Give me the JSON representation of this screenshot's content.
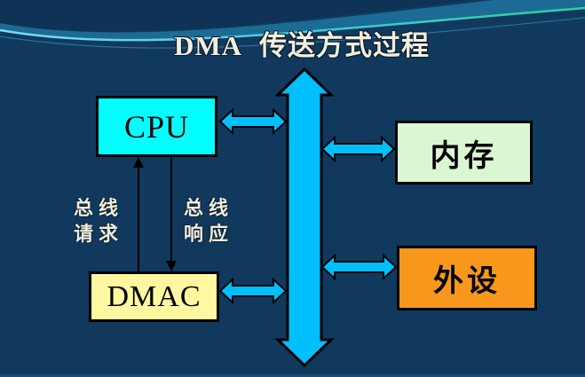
{
  "title": "DMA 传送方式过程",
  "colors": {
    "background": "#11395E",
    "wave_hill": "#0E3357",
    "wave_band": "#1B6B94",
    "wave_line_left": "#7FD9F8",
    "wave_line_right": "#2FD0A0",
    "wave_line_faint": "#2E7FA8",
    "bottom_strip": "#1A4C78",
    "bus": "#00BFFF",
    "outline": "#000000",
    "title_text": "#F2EFDE",
    "edge_label_text": "#EFEDDC"
  },
  "nodes": {
    "cpu": {
      "label": "CPU",
      "fill": "#00FFFF"
    },
    "dmac": {
      "label": "DMAC",
      "fill": "#FFF8A0"
    },
    "memory": {
      "label": "内存",
      "fill": "#D9F7D2"
    },
    "peripheral": {
      "label": "外设",
      "fill": "#F7981D"
    }
  },
  "edge_labels": {
    "bus_request": "总线请求",
    "bus_response": "总线响应"
  }
}
